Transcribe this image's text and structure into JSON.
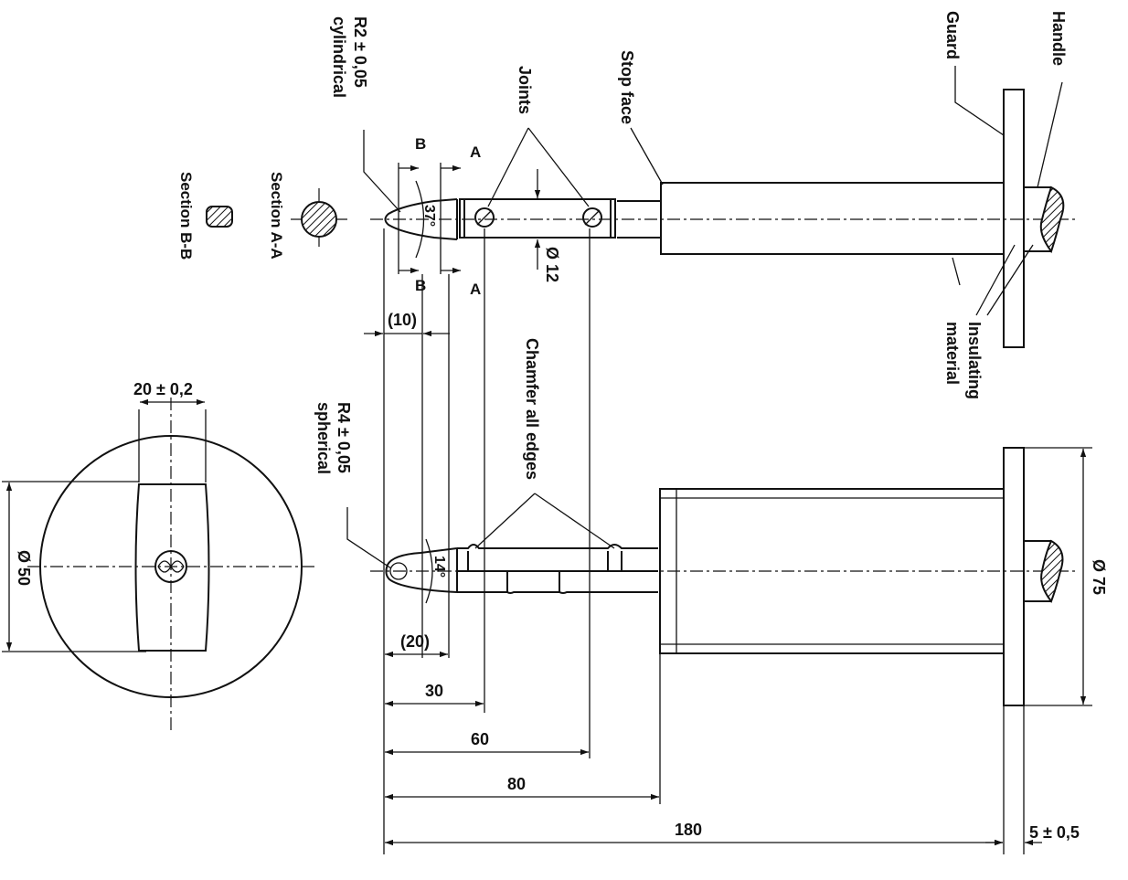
{
  "labels": {
    "handle": "Handle",
    "guard": "Guard",
    "stop_face": "Stop face",
    "joints": "Joints",
    "r2": "R2 ± 0,05",
    "cylindrical": "cylindrical",
    "r4": "R4 ± 0,05",
    "spherical": "spherical",
    "chamfer": "Chamfer all edges",
    "insulating": "Insulating",
    "material": "material",
    "section_aa": "Section A-A",
    "section_bb": "Section B-B",
    "sec_a": "A",
    "sec_b": "B"
  },
  "dimensions": {
    "d12": "Ø 12",
    "d75": "Ø 75",
    "d50": "Ø 50",
    "w20": "20 ± 0,2",
    "l10": "(10)",
    "l20": "(20)",
    "l30": "30",
    "l60": "60",
    "l80": "80",
    "l180": "180",
    "l5": "5 ± 0,5",
    "ang37": "37°",
    "ang14": "14°"
  }
}
